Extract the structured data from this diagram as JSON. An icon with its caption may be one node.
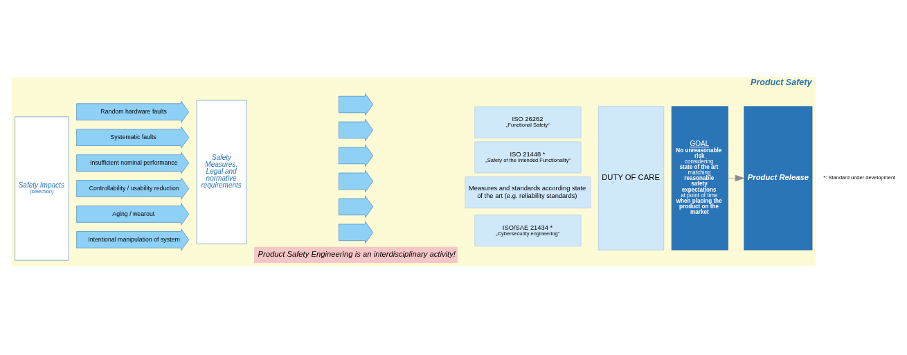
{
  "diagram": {
    "nodes": [
      {
        "text": [
          "Product Safety"
        ]
      },
      {
        "text": [
          "Safety Impacts",
          "(selection)"
        ],
        "in": 0
      },
      {
        "text": [
          "Random hardware faults"
        ],
        "in": 0
      },
      {
        "text": [
          "Systematic faults"
        ],
        "in": 0
      },
      {
        "text": [
          "Insufficient nominal performance"
        ],
        "in": 0
      },
      {
        "text": [
          "Controllability / usability reduction"
        ],
        "in": 0
      },
      {
        "text": [
          "Aging / wearout"
        ],
        "in": 0
      },
      {
        "text": [
          "Intentional manipulation of system"
        ],
        "in": 0
      },
      {
        "text": [
          "Safety Measures, Legal and normative requirements"
        ],
        "in": 0
      },
      {
        "text": [],
        "shape": "arrow",
        "in": 0
      },
      {
        "text": [],
        "shape": "arrow",
        "in": 0
      },
      {
        "text": [],
        "shape": "arrow",
        "in": 0
      },
      {
        "text": [],
        "shape": "arrow",
        "in": 0
      },
      {
        "text": [],
        "shape": "arrow",
        "in": 0
      },
      {
        "text": [],
        "shape": "arrow",
        "in": 0
      },
      {
        "text": [
          "ISO 26262",
          "„Functional Safety“"
        ],
        "in": 0
      },
      {
        "text": [
          "ISO 21448 *",
          "„Safety of the Intended Functionality“"
        ],
        "in": 0
      },
      {
        "text": [
          "Measures and standards according state of the art (e.g. reliability standards)"
        ],
        "in": 0
      },
      {
        "text": [
          "ISO/SAE 21434 *",
          "„Cybersecurity engineering“"
        ],
        "in": 0
      },
      {
        "text": [
          "DUTY OF CARE"
        ],
        "in": 0
      },
      {
        "text": [
          "GOAL",
          "**No unreasonable risk** considering **state of the art** matching **reasonable safety expectations** at point of time **when placing the product on the market**"
        ],
        "in": 0
      },
      {
        "text": [
          "Product Release"
        ],
        "in": 0
      },
      {
        "text": [
          "Product Safety Engineering is an interdisciplinary activity!"
        ],
        "in": 0
      }
    ],
    "edges": [
      {
        "from": 20,
        "to": 21,
        "arrow": "to",
        "color": "#8c8c8c"
      }
    ],
    "labels": [
      "*: Standard under development"
    ]
  }
}
